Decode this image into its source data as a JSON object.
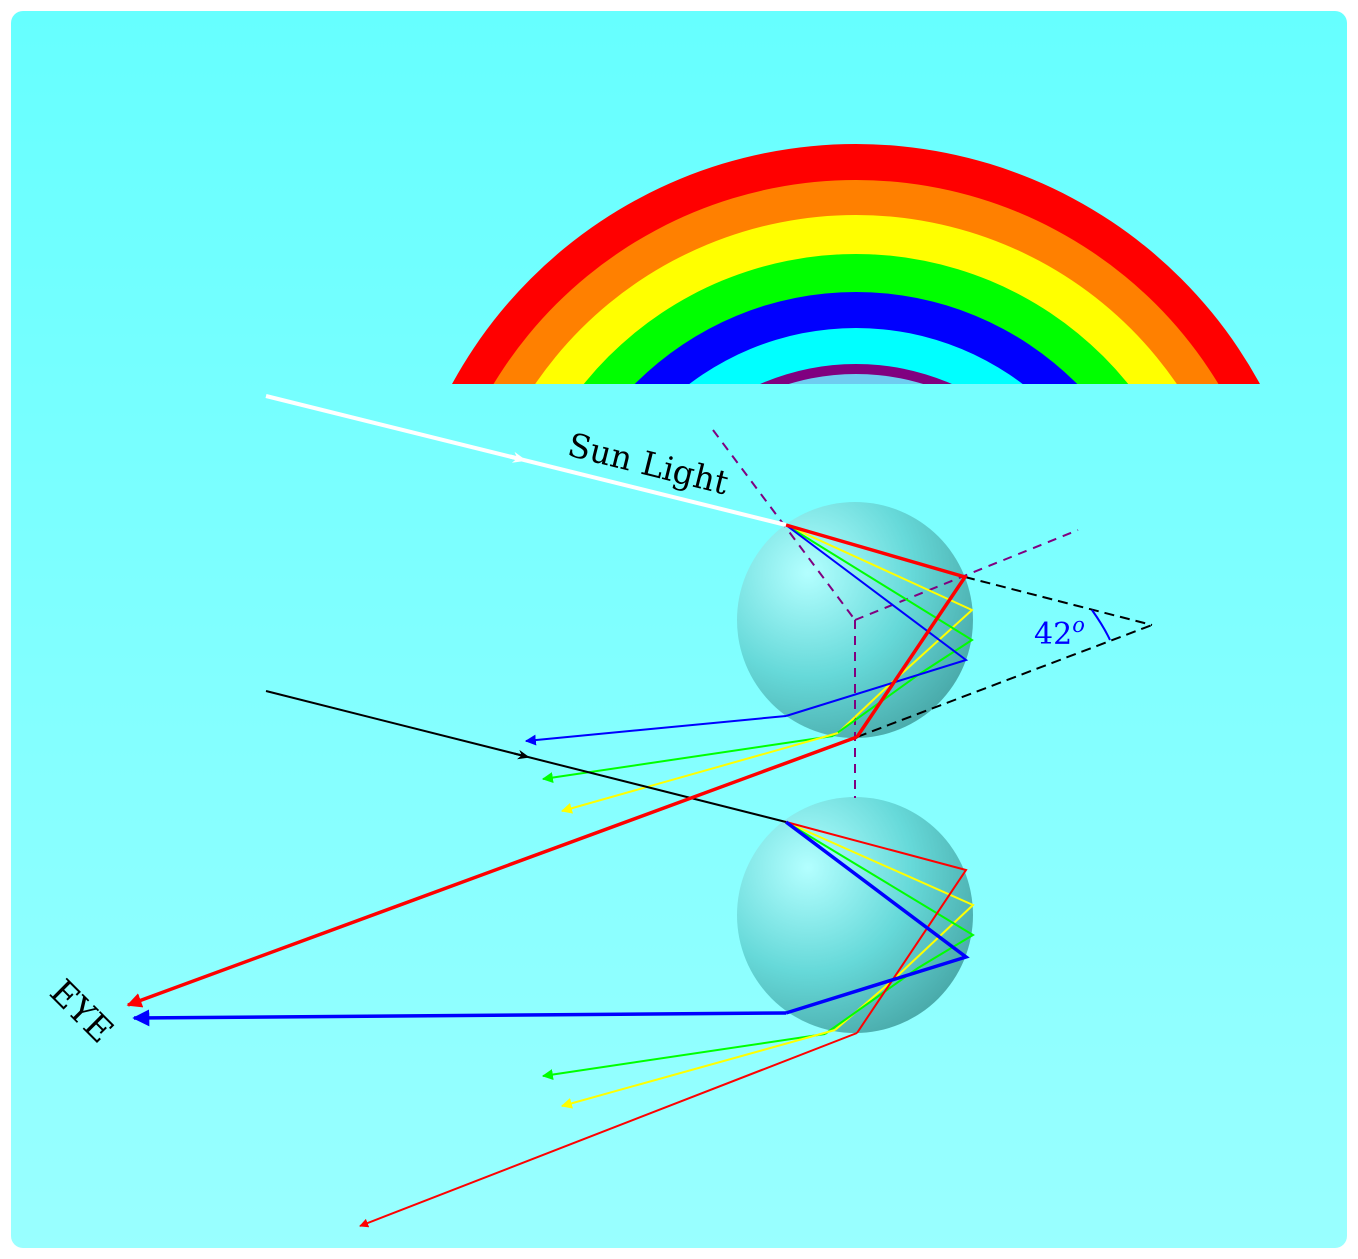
{
  "labels": {
    "sun_light": "Sun Light",
    "angle": "42",
    "angle_sup": "o",
    "eye": "EYE"
  },
  "colors": {
    "panel_top": "#66ffff",
    "panel_bottom": "#99ffff",
    "rainbow_bands": [
      "#ff0000",
      "#ff8000",
      "#ffff00",
      "#00ff00",
      "#0000ff",
      "#00ffff",
      "#800080"
    ],
    "rainbow_inner": "#6ecdf0",
    "sun_ray": "#ffffff",
    "second_ray": "#000000",
    "normal_dash": "#800080",
    "guide_dash": "#000000",
    "angle_text": "#0000ff",
    "label_text": "#000000",
    "drop_light": "#b3ffff",
    "drop_mid": "#66d9d9",
    "drop_dark": "#48a8a8",
    "ray_red": "#ff0000",
    "ray_yellow": "#ffff00",
    "ray_green": "#00ff00",
    "ray_blue": "#0000ff"
  }
}
